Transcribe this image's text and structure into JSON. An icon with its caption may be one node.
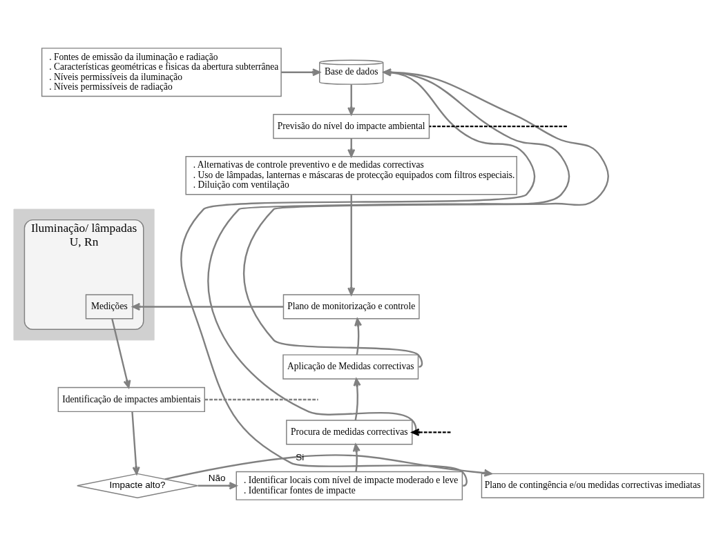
{
  "diagram": {
    "nodes": [
      {
        "text": [
          ". Fontes de emissão da iluminação e radiação",
          ". Características geométricas e fisicas da abertura subterrânea",
          ". Níveis permissíveis da iluminação",
          ". Níveis permissíveis de radiação"
        ]
      },
      {
        "text": [
          "Base de dados"
        ]
      },
      {
        "text": [
          "Previsão do nível do impacte ambiental"
        ]
      },
      {
        "text": [
          ". Alternativas de controle preventivo e de medidas correctivas",
          ". Uso de lâmpadas, lanternas e máscaras de protecção equipados com filtros especiais.",
          ". Diluição com ventilação"
        ]
      },
      {
        "text": [
          "Plano de monitorização e controle"
        ]
      },
      {
        "text": [],
        "shape": "box"
      },
      {
        "text": [
          "Iluminação/ lâmpadas",
          "U, Rn"
        ],
        "in": 5
      },
      {
        "text": [
          "Medições"
        ],
        "in": 6
      },
      {
        "text": [
          "Identificação de impactes ambientais"
        ]
      },
      {
        "text": [
          "Impacte alto?"
        ]
      },
      {
        "text": [
          "Plano de contingência e/ou medidas correctivas imediatas"
        ]
      },
      {
        "text": [
          ". Identificar locais com nível de impacte moderado e leve",
          ". Identificar fontes de impacte"
        ]
      },
      {
        "text": [
          "Procura de medidas correctivas"
        ]
      },
      {
        "text": [
          "Aplicação de Medidas correctivas"
        ]
      }
    ],
    "edges": [
      {
        "from": 0,
        "to": 1,
        "arrow": "to"
      },
      {
        "from": 1,
        "to": 2,
        "arrow": "to"
      },
      {
        "from": 2,
        "to": 3,
        "arrow": "to"
      },
      {
        "from": 3,
        "to": 4,
        "arrow": "to"
      },
      {
        "from": 4,
        "to": 7,
        "arrow": "to"
      },
      {
        "from": 7,
        "to": 8,
        "arrow": "to"
      },
      {
        "from": 8,
        "to": 9,
        "arrow": "to"
      },
      {
        "from": 9,
        "to": 10,
        "arrow": "to",
        "label": "Si"
      },
      {
        "from": 9,
        "to": 11,
        "arrow": "to",
        "label": "Não"
      },
      {
        "from": 11,
        "to": 12,
        "arrow": "to"
      },
      {
        "from": 12,
        "to": 13,
        "arrow": "to"
      },
      {
        "from": 13,
        "to": 4,
        "arrow": "to"
      },
      {
        "from": 11,
        "to": 1,
        "arrow": "to"
      },
      {
        "from": 12,
        "to": 1,
        "arrow": "to"
      },
      {
        "from": 13,
        "to": 1,
        "arrow": "to"
      },
      {
        "from": null,
        "to": 2,
        "arrow": "none",
        "style": "dashed",
        "color": "#000000"
      },
      {
        "from": null,
        "to": 12,
        "arrow": "to",
        "style": "dashed",
        "color": "#000000"
      },
      {
        "from": 8,
        "to": null,
        "arrow": "none",
        "style": "dashed"
      }
    ]
  }
}
